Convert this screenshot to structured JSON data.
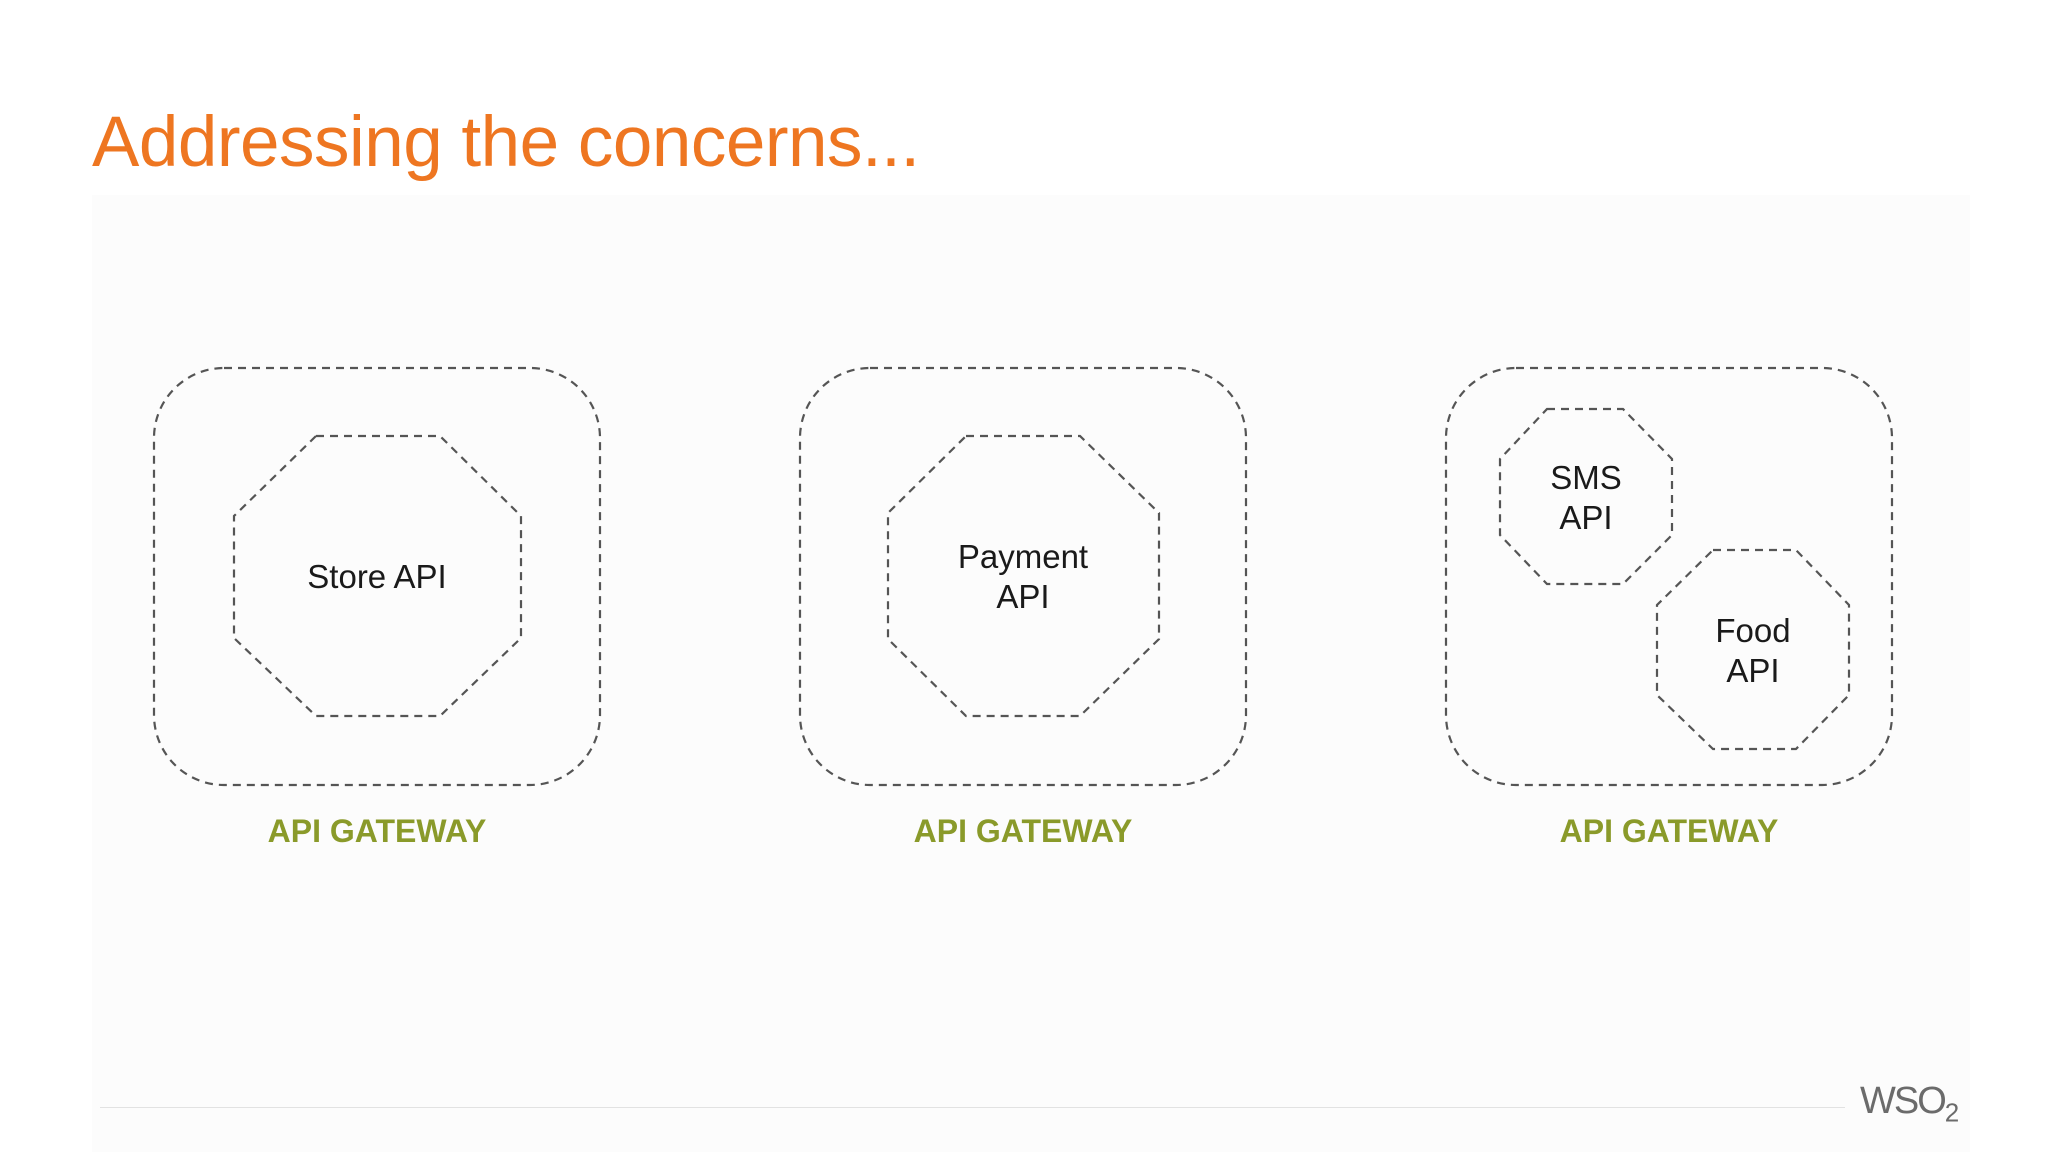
{
  "slide": {
    "title": "Addressing the concerns..."
  },
  "gateways": [
    {
      "label": "API GATEWAY",
      "apis": [
        {
          "lines": [
            "Store API"
          ]
        }
      ]
    },
    {
      "label": "API GATEWAY",
      "apis": [
        {
          "lines": [
            "Payment",
            "API"
          ]
        }
      ]
    },
    {
      "label": "API GATEWAY",
      "apis": [
        {
          "lines": [
            "SMS",
            "API"
          ]
        },
        {
          "lines": [
            "Food",
            "API"
          ]
        }
      ]
    }
  ],
  "footer": {
    "logo_text": "WSO",
    "logo_sub": "2"
  },
  "colors": {
    "title": "#ee7621",
    "gateway_label": "#8a9a2a",
    "dashed_border": "#555555",
    "api_text": "#1a1a1a"
  }
}
